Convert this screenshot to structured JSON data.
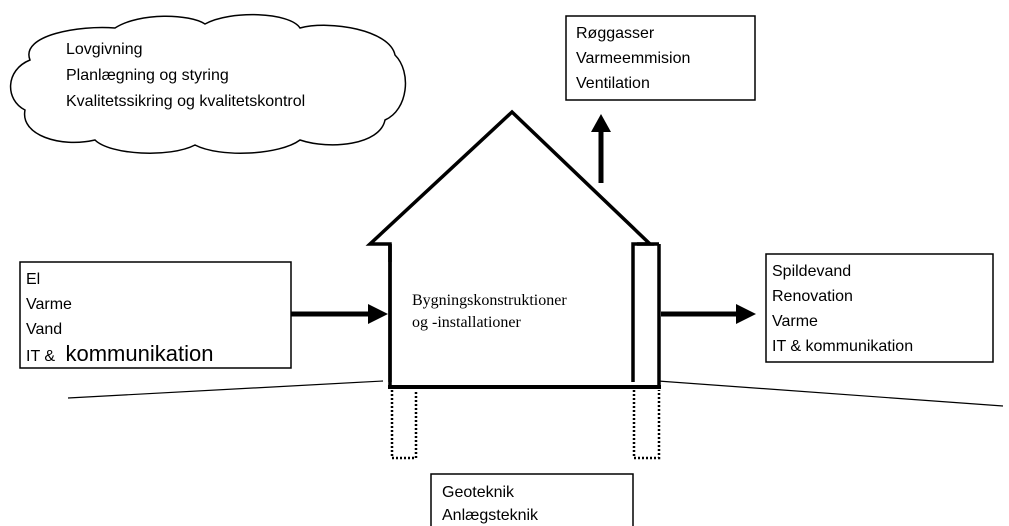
{
  "cloud": {
    "lines": [
      "Lovgivning",
      "Planlægning og styring",
      "Kvalitetssikring og kvalitetskontrol"
    ]
  },
  "top_box": {
    "lines": [
      "Røggasser",
      "Varmeemmision",
      "Ventilation"
    ]
  },
  "left_box": {
    "lines": [
      "El",
      "Varme",
      "Vand"
    ],
    "last_prefix": "IT &",
    "last_big": "kommunikation"
  },
  "house": {
    "line1": "Bygningskonstruktioner",
    "line2": "og  -installationer"
  },
  "right_box": {
    "lines": [
      "Spildevand",
      "Renovation",
      "Varme",
      "IT & kommunikation"
    ]
  },
  "bottom_box": {
    "lines": [
      "Geoteknik",
      "Anlægsteknik"
    ]
  }
}
